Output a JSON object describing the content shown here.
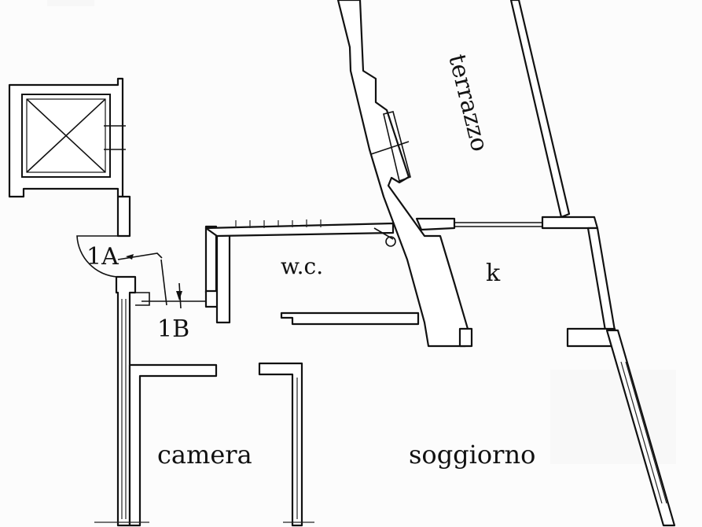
{
  "plan": {
    "rooms": {
      "terrazzo": "terrazzo",
      "wc": "w.c.",
      "kitchen": "k",
      "camera": "camera",
      "soggiorno": "soggiorno"
    },
    "entries": {
      "entry_1a": "1A",
      "entry_1b": "1B"
    },
    "ink_color": "#111111",
    "paper_color": "#fbfbfb"
  }
}
